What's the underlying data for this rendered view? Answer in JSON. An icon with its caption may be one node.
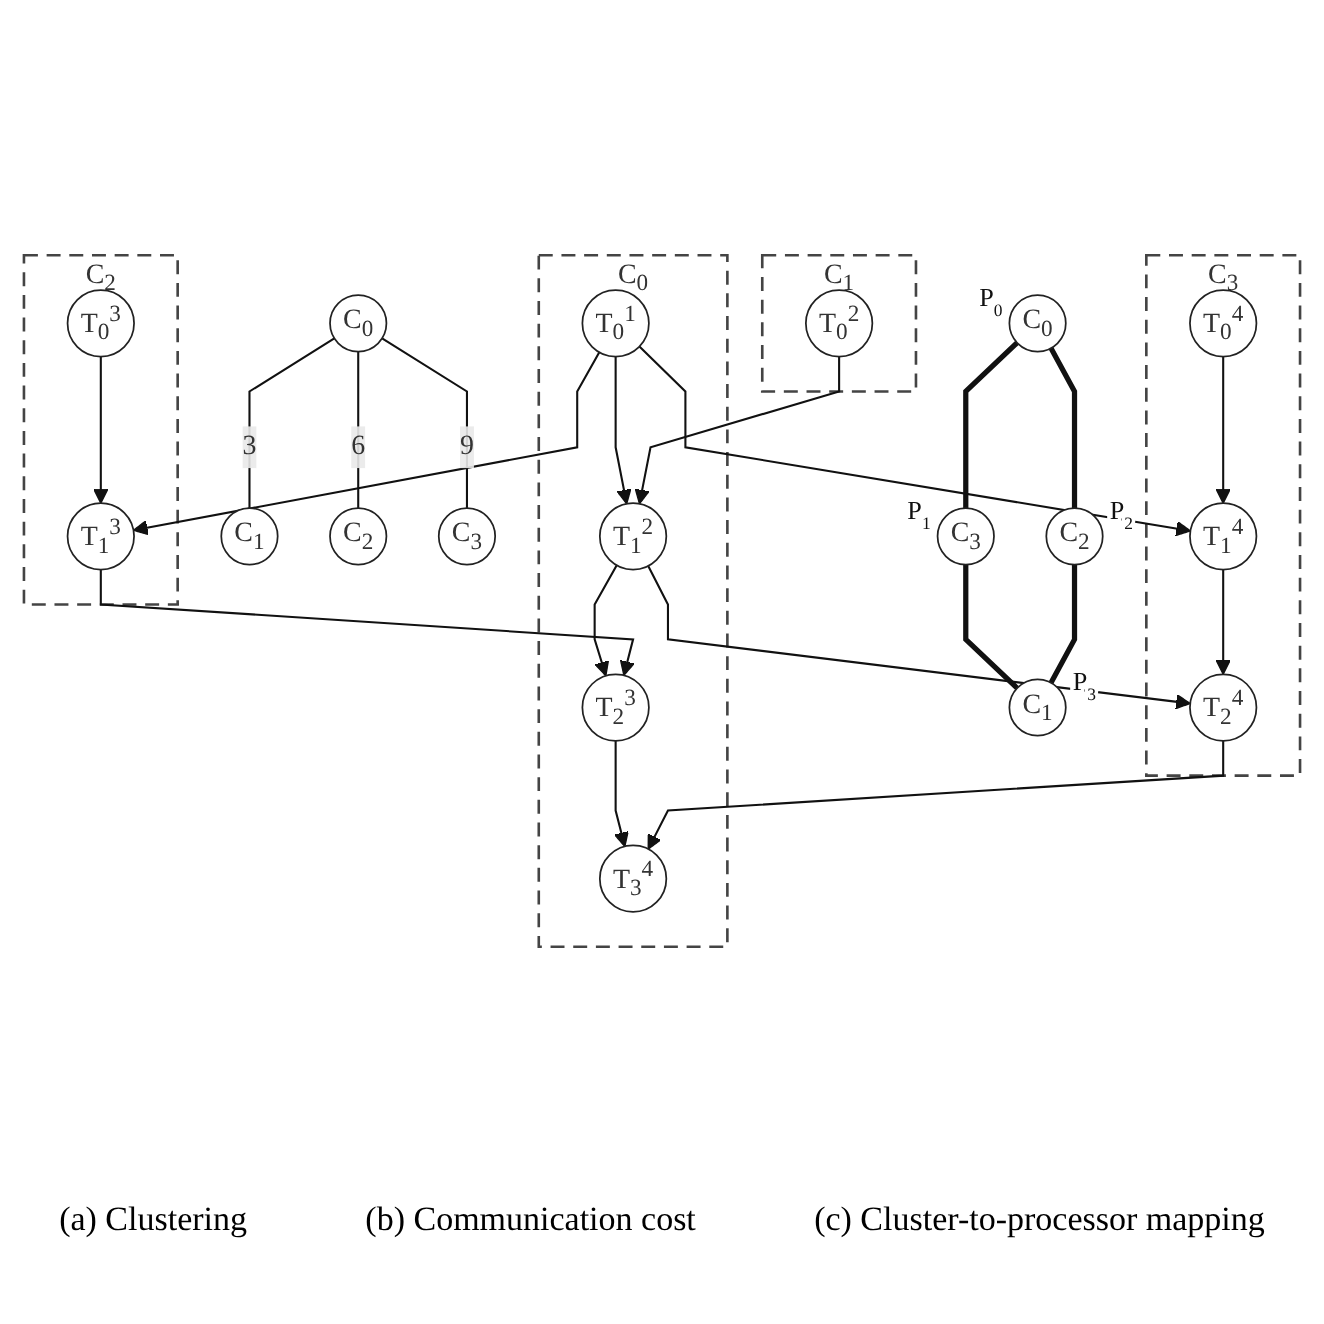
{
  "diagram": {
    "nodes": [
      {
        "text": [
          "C$_{0}$"
        ]
      },
      {
        "text": [
          "T$_{0}$$^{1}$"
        ],
        "in": 0
      },
      {
        "text": [
          "C$_{1}$"
        ]
      },
      {
        "text": [
          "T$_{0}$$^{2}$"
        ],
        "in": 2
      },
      {
        "text": [
          "C$_{2}$"
        ]
      },
      {
        "text": [
          "T$_{0}$$^{3}$"
        ],
        "in": 4
      },
      {
        "text": [
          "C$_{3}$"
        ]
      },
      {
        "text": [
          "T$_{0}$$^{4}$"
        ],
        "in": 6
      },
      {
        "text": [
          "T$_{1}$$^{2}$"
        ],
        "in": 0
      },
      {
        "text": [
          "T$_{1}$$^{3}$"
        ],
        "in": 4
      },
      {
        "text": [
          "T$_{1}$$^{4}$"
        ],
        "in": 6
      },
      {
        "text": [
          "T$_{2}$$^{3}$"
        ],
        "in": 0
      },
      {
        "text": [
          "T$_{2}$$^{4}$"
        ],
        "in": 6
      },
      {
        "text": [
          "T$_{3}$$^{4}$"
        ],
        "in": 0
      },
      {
        "text": [
          "C$_{0}$"
        ]
      },
      {
        "text": [
          "C$_{1}$"
        ]
      },
      {
        "text": [
          "C$_{2}$"
        ]
      },
      {
        "text": [
          "C$_{3}$"
        ]
      },
      {
        "text": [
          "C$_{0}$"
        ],
        "beside": [
          "P$_{0}$"
        ]
      },
      {
        "text": [
          "C$_{2}$"
        ],
        "beside": [
          "P$_{2}$"
        ]
      },
      {
        "text": [
          "C$_{3}$"
        ],
        "beside": [
          "P$_{1}$"
        ]
      },
      {
        "text": [
          "C$_{1}$"
        ],
        "beside": [
          "P$_{3}$"
        ]
      }
    ],
    "edges": [
      {
        "from": 1,
        "to": 8,
        "arrow": "to"
      },
      {
        "from": 1,
        "to": 9,
        "arrow": "to"
      },
      {
        "from": 1,
        "to": 10,
        "arrow": "to"
      },
      {
        "from": 3,
        "to": 8,
        "arrow": "to"
      },
      {
        "from": 5,
        "to": 9,
        "arrow": "to"
      },
      {
        "from": 7,
        "to": 10,
        "arrow": "to"
      },
      {
        "from": 8,
        "to": 11,
        "arrow": "to"
      },
      {
        "from": 8,
        "to": 12,
        "arrow": "to"
      },
      {
        "from": 9,
        "to": 11,
        "arrow": "to"
      },
      {
        "from": 10,
        "to": 12,
        "arrow": "to"
      },
      {
        "from": 11,
        "to": 13,
        "arrow": "to"
      },
      {
        "from": 12,
        "to": 13,
        "arrow": "to"
      },
      {
        "from": 14,
        "to": 15,
        "arrow": "none",
        "label": "3"
      },
      {
        "from": 14,
        "to": 16,
        "arrow": "none",
        "label": "6"
      },
      {
        "from": 14,
        "to": 17,
        "arrow": "none",
        "label": "9"
      },
      {
        "from": 18,
        "to": 19,
        "arrow": "none",
        "style": "thick"
      },
      {
        "from": 18,
        "to": 20,
        "arrow": "none",
        "style": "thick"
      },
      {
        "from": 20,
        "to": 21,
        "arrow": "none",
        "style": "thick"
      },
      {
        "from": 19,
        "to": 21,
        "arrow": "none",
        "style": "thick"
      }
    ],
    "labels": [
      "(a) Clustering",
      "(b) Communication cost",
      "(c) Cluster-to-processor mapping"
    ]
  }
}
